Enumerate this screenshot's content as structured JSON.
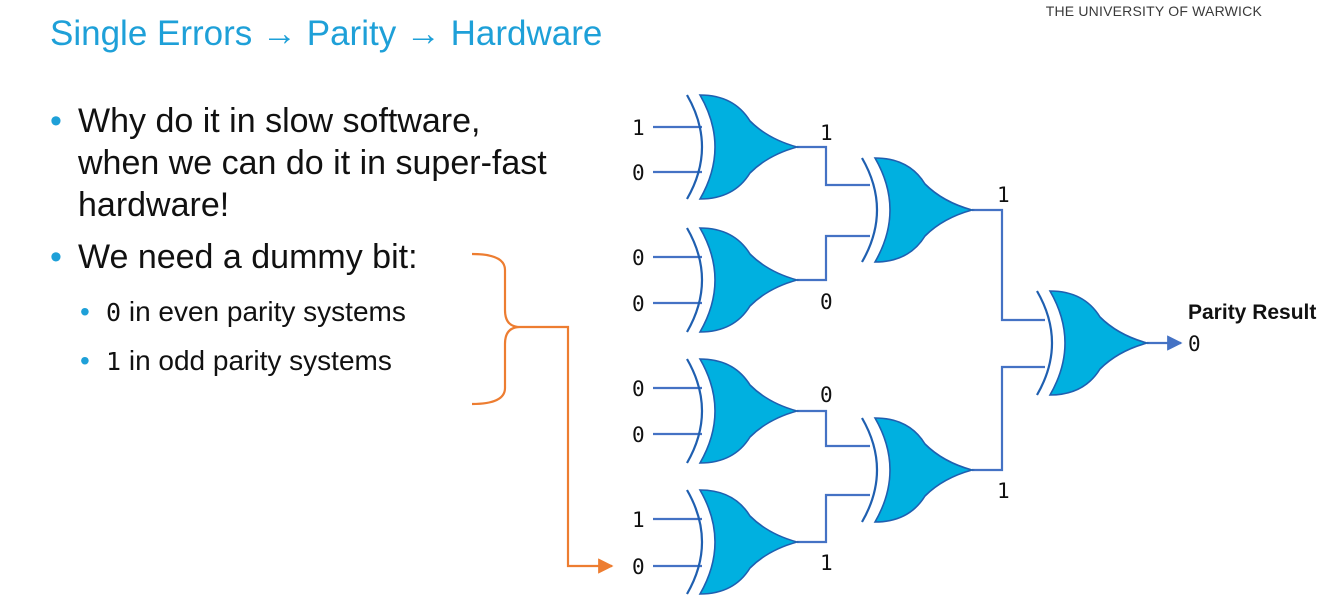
{
  "header": {
    "university": "THE UNIVERSITY OF WARWICK"
  },
  "slide": {
    "title": "Single Errors → Parity → Hardware",
    "bullets": [
      {
        "text": "Why do it in slow software, when we can do it in super-fast hardware!"
      },
      {
        "text": "We need a dummy bit:",
        "subs": [
          {
            "bit": "0",
            "text": " in even parity systems"
          },
          {
            "bit": "1",
            "text": " in odd parity systems"
          }
        ]
      }
    ]
  },
  "diagram": {
    "gate_type": "XOR",
    "layer1": [
      {
        "inputs": [
          "1",
          "0"
        ],
        "output": "1"
      },
      {
        "inputs": [
          "0",
          "0"
        ],
        "output": "0"
      },
      {
        "inputs": [
          "0",
          "0"
        ],
        "output": "0"
      },
      {
        "inputs": [
          "1",
          "0"
        ],
        "output": "1"
      }
    ],
    "layer2": [
      {
        "output": "1"
      },
      {
        "output": "1"
      }
    ],
    "result": {
      "label": "Parity Result",
      "value": "0"
    },
    "colors": {
      "gate_fill": "#00b0e0",
      "wire": "#4472c4",
      "dummy_bit": "#ed7d31",
      "title": "#1ea0d8"
    }
  }
}
